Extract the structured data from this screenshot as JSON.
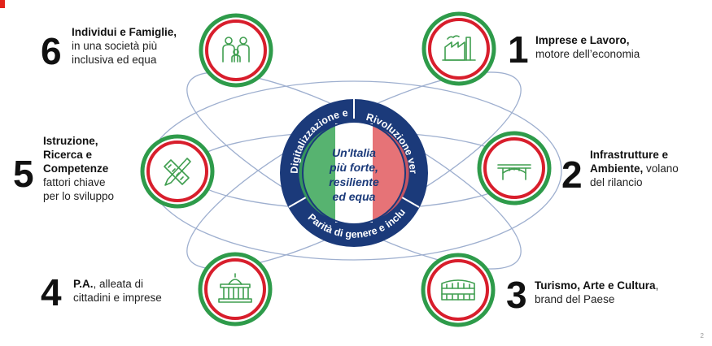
{
  "center": {
    "text_lines": [
      "Un'Italia",
      "più forte,",
      "resiliente",
      "ed equa"
    ],
    "ring_top_left": "Digitalizzazione e innovazione",
    "ring_top_right": "Rivoluzione verde",
    "ring_bottom": "Parità di genere e inclusione"
  },
  "missions": [
    {
      "number": "1",
      "title": "Imprese e Lavoro,",
      "lines": [
        "motore dell’economia"
      ],
      "icon": "factory-icon"
    },
    {
      "number": "2",
      "title_lines": [
        "Infrastrutture e",
        "Ambiente,"
      ],
      "rest_inline": " volano",
      "lines": [
        "del rilancio"
      ],
      "icon": "bridge-icon"
    },
    {
      "number": "3",
      "title": "Turismo, Arte e Cultura",
      "title_suffix": ",",
      "lines": [
        "brand del Paese"
      ],
      "icon": "colosseum-icon"
    },
    {
      "number": "4",
      "title": "P.A.",
      "rest_inline": ", alleata di",
      "lines": [
        "cittadini e imprese"
      ],
      "icon": "government-building-icon"
    },
    {
      "number": "5",
      "title_lines": [
        "Istruzione,",
        "Ricerca e",
        "Competenze"
      ],
      "lines": [
        "fattori chiave",
        "per lo sviluppo"
      ],
      "icon": "ruler-pencil-icon"
    },
    {
      "number": "6",
      "title": "Individui e Famiglie,",
      "lines": [
        "in una società più",
        "inclusiva ed equa"
      ],
      "icon": "family-icon"
    }
  ],
  "colors": {
    "navy": "#1b3a7a",
    "red": "#d81e2c",
    "green": "#2e9b4a",
    "icon_green": "#3f9e4f",
    "line": "#8ea2c7"
  },
  "page_number": "2"
}
